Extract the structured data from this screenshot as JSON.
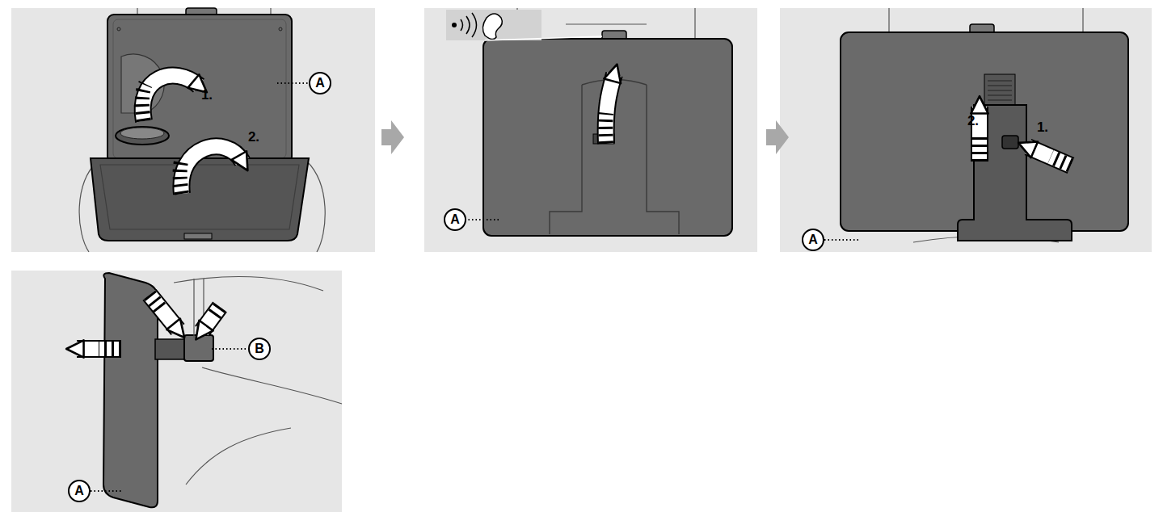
{
  "diagram": {
    "labels": [
      "A",
      "1.",
      "2.",
      "A",
      "2.",
      "1.",
      "A",
      "B",
      "A"
    ]
  }
}
